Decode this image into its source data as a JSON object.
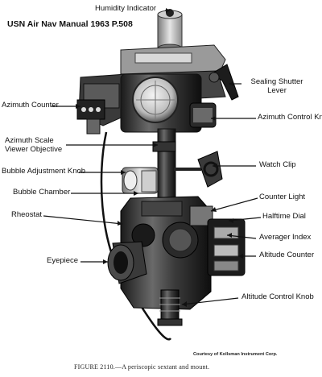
{
  "header": {
    "title": "USN Air Nav Manual 1963 P.508"
  },
  "labels": {
    "humidity_indicator": "Humidity Indicator",
    "sealing_shutter_lever": "Sealing Shutter Lever",
    "azimuth_counter": "Azimuth Counter",
    "azimuth_control_knob": "Azimuth Control Knob",
    "azimuth_scale_viewer_objective": "Azimuth Scale Viewer Objective",
    "watch_clip": "Watch Clip",
    "bubble_adjustment_knob": "Bubble Adjustment Knob",
    "bubble_chamber": "Bubble Chamber",
    "counter_light": "Counter Light",
    "rheostat": "Rheostat",
    "halftime_dial": "Halftime Dial",
    "averager_index": "Averager Index",
    "eyepiece": "Eyepiece",
    "altitude_counter": "Altitude Counter",
    "altitude_control_knob": "Altitude Control Knob"
  },
  "credit": "Courtesy of Kollsman Instrument Corp.",
  "caption": "FIGURE 2110.—A periscopic sextant and mount."
}
